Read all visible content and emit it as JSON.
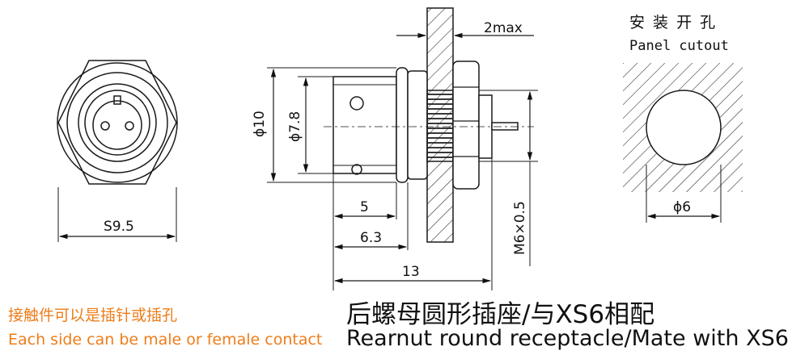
{
  "front_view": {
    "hex_dim": "S9.5"
  },
  "side_view": {
    "dims": {
      "panel_thickness": "2max",
      "dia_outer": "ϕ10",
      "dia_inner": "ϕ7.8",
      "len_5": "5",
      "len_6_3": "6.3",
      "len_13": "13",
      "thread": "M6×0.5"
    }
  },
  "panel_cutout": {
    "title_cn": "安 装 开 孔",
    "title_en": "Panel cutout",
    "dia": "ϕ6"
  },
  "notes": {
    "cn": "接触件可以是插针或插孔",
    "en": "Each side can be male or female contact"
  },
  "title": {
    "cn": "后螺母圆形插座/与XS6相配",
    "en": "Rearnut round receptacle/Mate with XS6"
  },
  "colors": {
    "accent": "#ee7d1a",
    "line": "#1a1a1a"
  }
}
